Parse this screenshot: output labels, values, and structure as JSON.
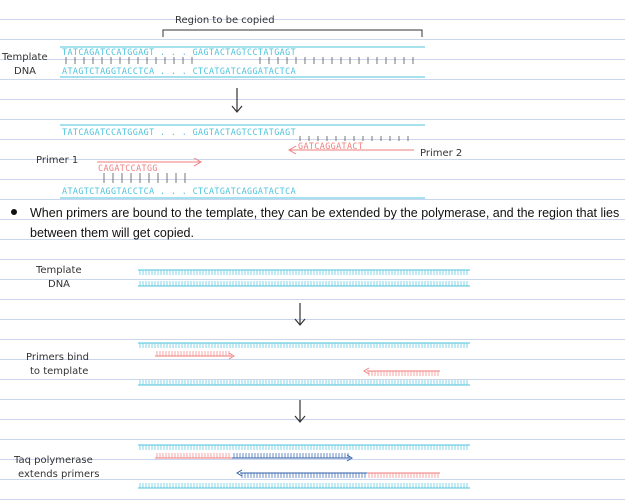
{
  "top": {
    "region_label": "Region to be copied",
    "template_label_line1": "Template",
    "template_label_line2": "DNA",
    "strand_top": "TATCAGATCCATGGAGT . . . GAGTACTAGTCCTATGAGT",
    "strand_bottom": "ATAGTCTAGGTACCTCA . . . CTCATGATCAGGATACTCA",
    "strand_top_2": "TATCAGATCCATGGAGT . . . GAGTACTAGTCCTATGAGT",
    "strand_bottom_2": "ATAGTCTAGGTACCTCA . . . CTCATGATCAGGATACTCA",
    "primer1_label": "Primer 1",
    "primer1_seq": "CAGATCCATGG",
    "primer2_label": "Primer 2",
    "primer2_seq": "GATCAGGATACT"
  },
  "bullet": {
    "text": "When primers are bound to the template, they can be extended by the polymerase, and the region that lies between them will get copied."
  },
  "bottom": {
    "step1_line1": "Template",
    "step1_line2": "DNA",
    "step2_line1": "Primers bind",
    "step2_line2": "to template",
    "step3_line1": "Taq polymerase",
    "step3_line2": "extends primers"
  },
  "colors": {
    "template": "#4fc3dc",
    "primer": "#f07e7e",
    "polymerase_extension": "#2f5fa8",
    "rule_line": "#c9d6ee"
  }
}
